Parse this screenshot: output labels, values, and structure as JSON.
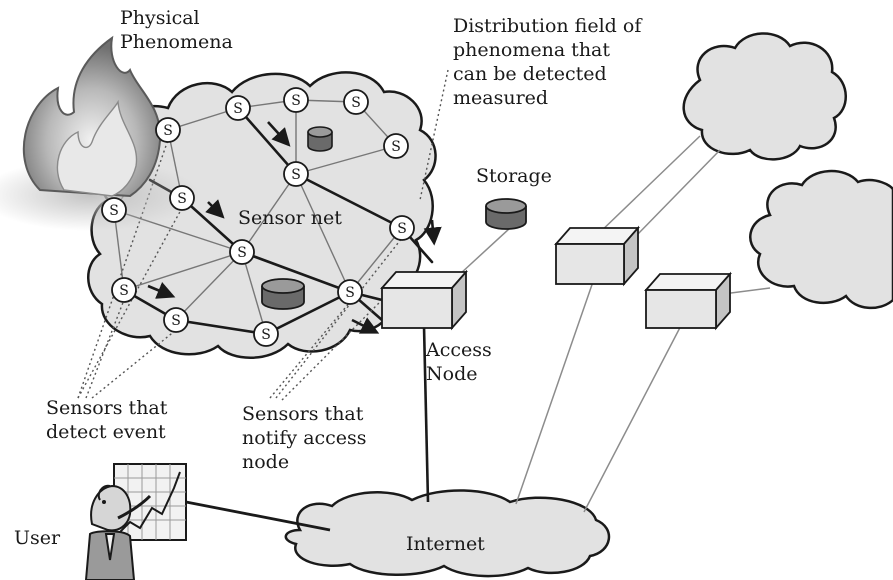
{
  "labels": {
    "physical_1": "Physical",
    "physical_2": "Phenomena",
    "distribution_1": "Distribution field of",
    "distribution_2": "phenomena that",
    "distribution_3": "can be detected",
    "distribution_4": "measured",
    "storage": "Storage",
    "sensor_net": "Sensor net",
    "access_1": "Access",
    "access_2": "Node",
    "detect_1": "Sensors that",
    "detect_2": "detect event",
    "notify_1": "Sensors that",
    "notify_2": "notify access",
    "notify_3": "node",
    "user": "User",
    "internet": "Internet"
  },
  "sensor_symbol": "S",
  "colors": {
    "cloud_fill": "#e2e2e2",
    "cloud_stroke": "#1a1a1a",
    "line": "#333333",
    "thin_line": "#888888",
    "box_front": "#e6e6e6",
    "box_top": "#f4f4f4",
    "box_side": "#c4c4c4",
    "storage_fill": "#6a6a6a",
    "flame_outer": "#909090",
    "flame_inner": "#d8d8d8"
  },
  "icons": [
    "fire-icon",
    "storage-cylinder-icon",
    "access-node-box-icon",
    "server-box-icon",
    "user-figure-icon",
    "chart-board-icon",
    "arrow-icon"
  ]
}
